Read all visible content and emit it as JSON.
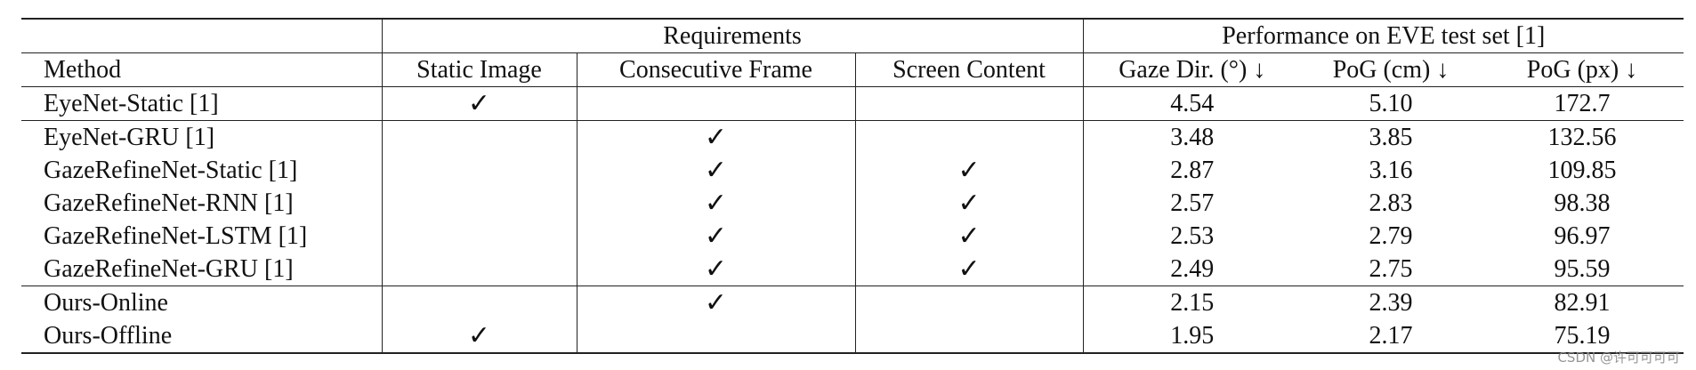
{
  "header": {
    "group_requirements": "Requirements",
    "group_performance": "Performance on EVE test set [1]",
    "columns": [
      "Method",
      "Static Image",
      "Consecutive Frame",
      "Screen Content",
      "Gaze Dir. (°) ↓",
      "PoG (cm) ↓",
      "PoG (px) ↓"
    ]
  },
  "check_symbol": "✓",
  "rows": [
    {
      "method": "EyeNet-Static [1]",
      "static_image": "✓",
      "consecutive_frame": "",
      "screen_content": "",
      "gaze_dir": "4.54",
      "pog_cm": "5.10",
      "pog_px": "172.7"
    },
    {
      "method": "EyeNet-GRU [1]",
      "static_image": "",
      "consecutive_frame": "✓",
      "screen_content": "",
      "gaze_dir": "3.48",
      "pog_cm": "3.85",
      "pog_px": "132.56"
    },
    {
      "method": "GazeRefineNet-Static [1]",
      "static_image": "",
      "consecutive_frame": "✓",
      "screen_content": "✓",
      "gaze_dir": "2.87",
      "pog_cm": "3.16",
      "pog_px": "109.85"
    },
    {
      "method": "GazeRefineNet-RNN [1]",
      "static_image": "",
      "consecutive_frame": "✓",
      "screen_content": "✓",
      "gaze_dir": "2.57",
      "pog_cm": "2.83",
      "pog_px": "98.38"
    },
    {
      "method": "GazeRefineNet-LSTM [1]",
      "static_image": "",
      "consecutive_frame": "✓",
      "screen_content": "✓",
      "gaze_dir": "2.53",
      "pog_cm": "2.79",
      "pog_px": "96.97"
    },
    {
      "method": "GazeRefineNet-GRU [1]",
      "static_image": "",
      "consecutive_frame": "✓",
      "screen_content": "✓",
      "gaze_dir": "2.49",
      "pog_cm": "2.75",
      "pog_px": "95.59"
    },
    {
      "method": "Ours-Online",
      "static_image": "",
      "consecutive_frame": "✓",
      "screen_content": "",
      "gaze_dir": "2.15",
      "pog_cm": "2.39",
      "pog_px": "82.91"
    },
    {
      "method": "Ours-Offline",
      "static_image": "✓",
      "consecutive_frame": "",
      "screen_content": "",
      "gaze_dir": "1.95",
      "pog_cm": "2.17",
      "pog_px": "75.19"
    }
  ],
  "watermark": "CSDN @许可可可可"
}
